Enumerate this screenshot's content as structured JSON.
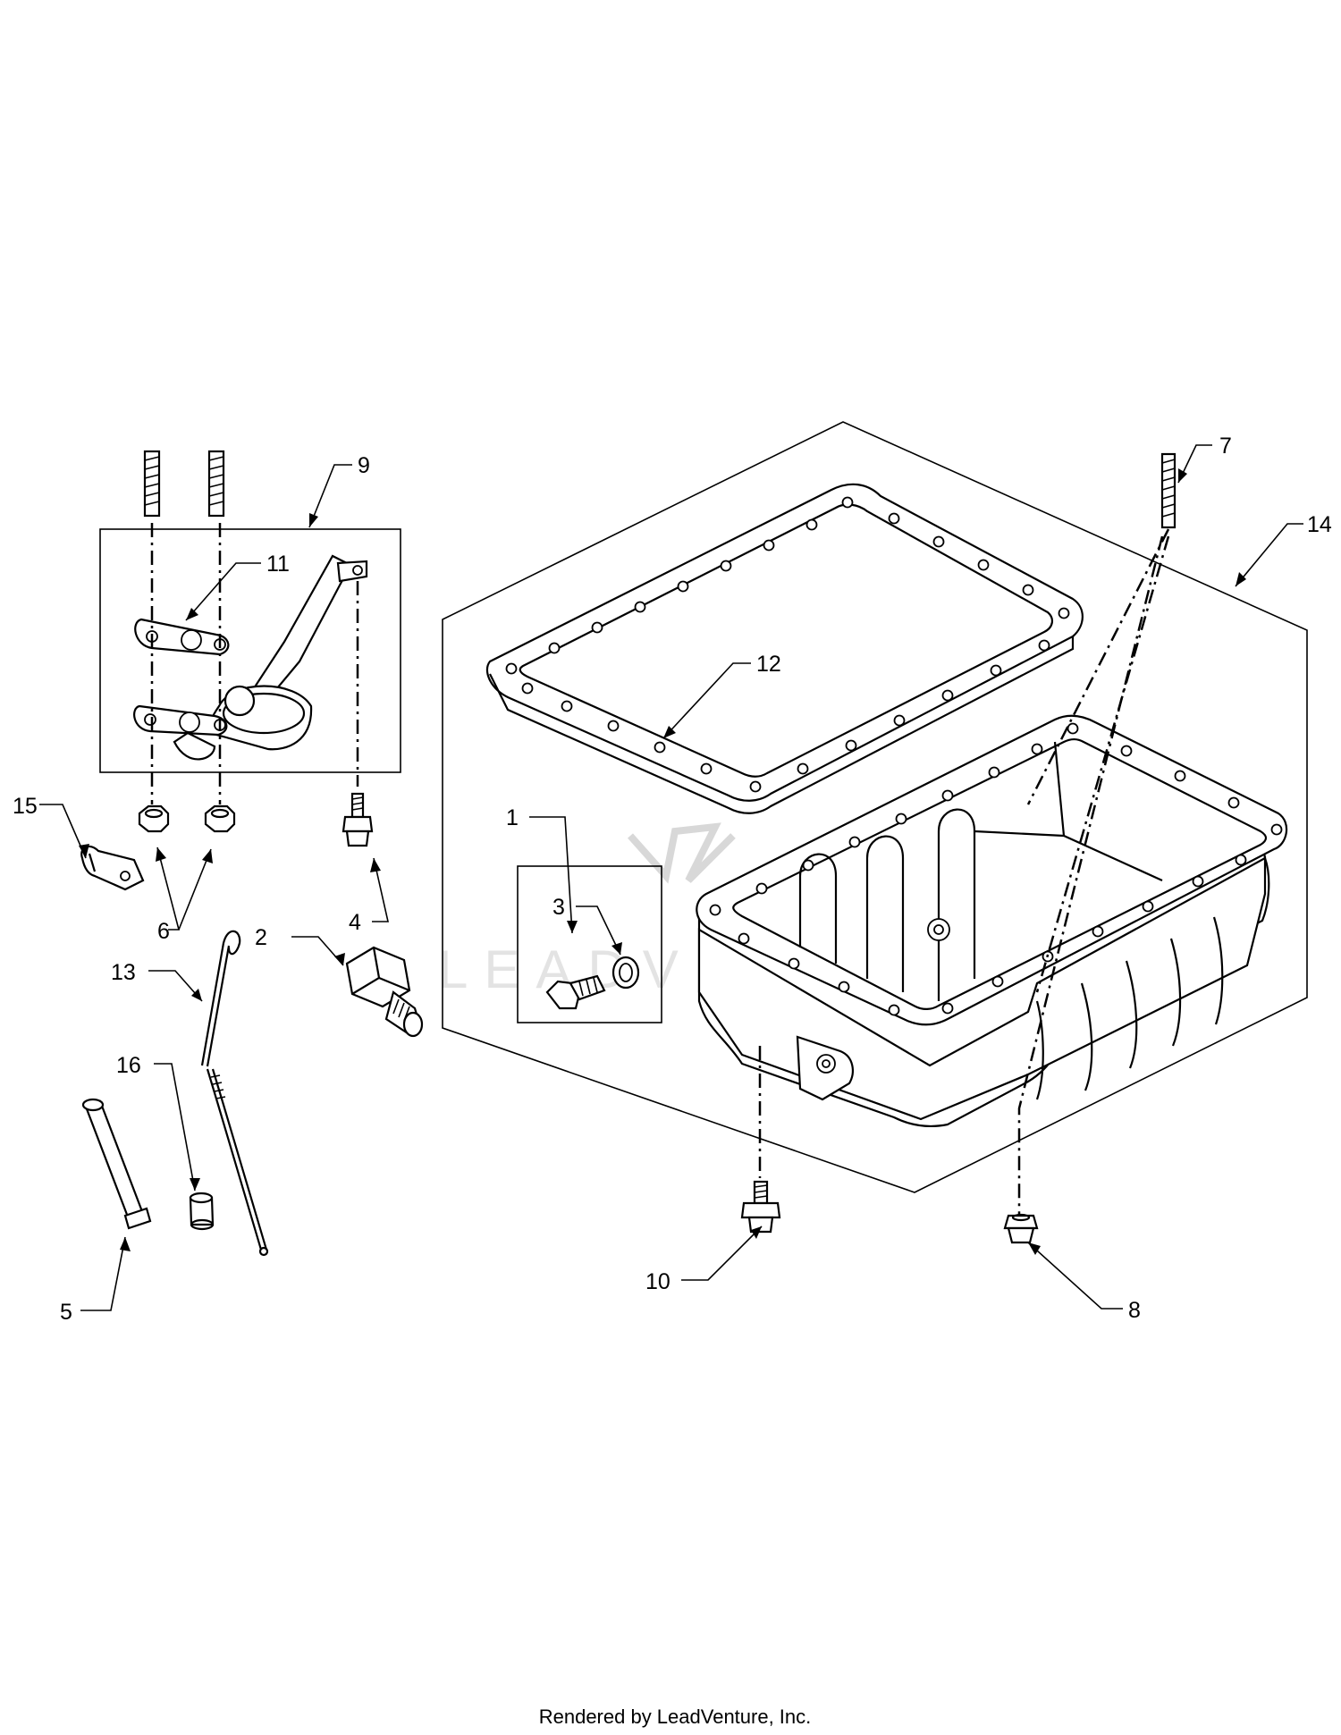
{
  "watermark": {
    "text": "LEADVENTURE"
  },
  "callouts": [
    "1",
    "2",
    "3",
    "4",
    "5",
    "6",
    "7",
    "8",
    "9",
    "10",
    "11",
    "12",
    "13",
    "14",
    "15",
    "16"
  ],
  "footer": {
    "text": "Rendered by LeadVenture, Inc."
  }
}
